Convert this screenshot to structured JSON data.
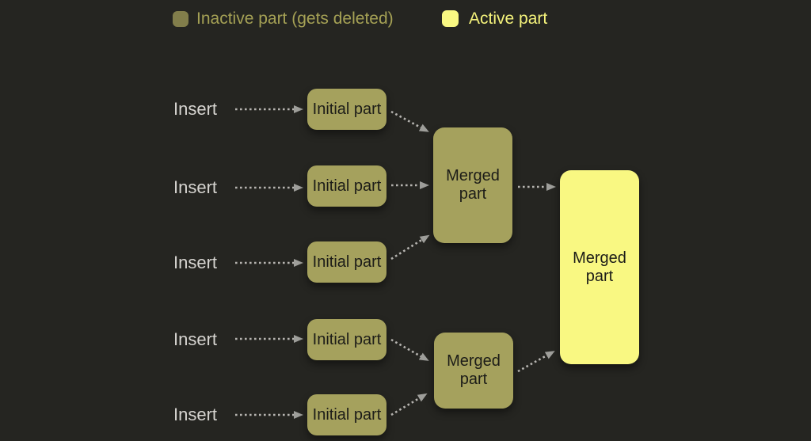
{
  "colors": {
    "background": "#252521",
    "inactive_part_fill": "#a5a15d",
    "inactive_legend_swatch": "#827e4b",
    "active_part_fill": "#f9f882",
    "inactive_legend_text": "#a5a155",
    "active_legend_text": "#f5f37b",
    "insert_text": "#d7d5d1",
    "box_text": "#1c1c18",
    "arrow_dots": "#b7b5b1",
    "arrowhead": "#9e9e9a"
  },
  "legend": {
    "inactive_label": "Inactive part (gets deleted)",
    "active_label": "Active part"
  },
  "inserts": [
    {
      "label": "Insert"
    },
    {
      "label": "Insert"
    },
    {
      "label": "Insert"
    },
    {
      "label": "Insert"
    },
    {
      "label": "Insert"
    }
  ],
  "initial_parts": [
    {
      "label": "Initial part"
    },
    {
      "label": "Initial part"
    },
    {
      "label": "Initial part"
    },
    {
      "label": "Initial part"
    },
    {
      "label": "Initial part"
    }
  ],
  "merged_parts": [
    {
      "label": "Merged part"
    },
    {
      "label": "Merged part"
    }
  ],
  "final_part": {
    "label": "Merged part"
  }
}
